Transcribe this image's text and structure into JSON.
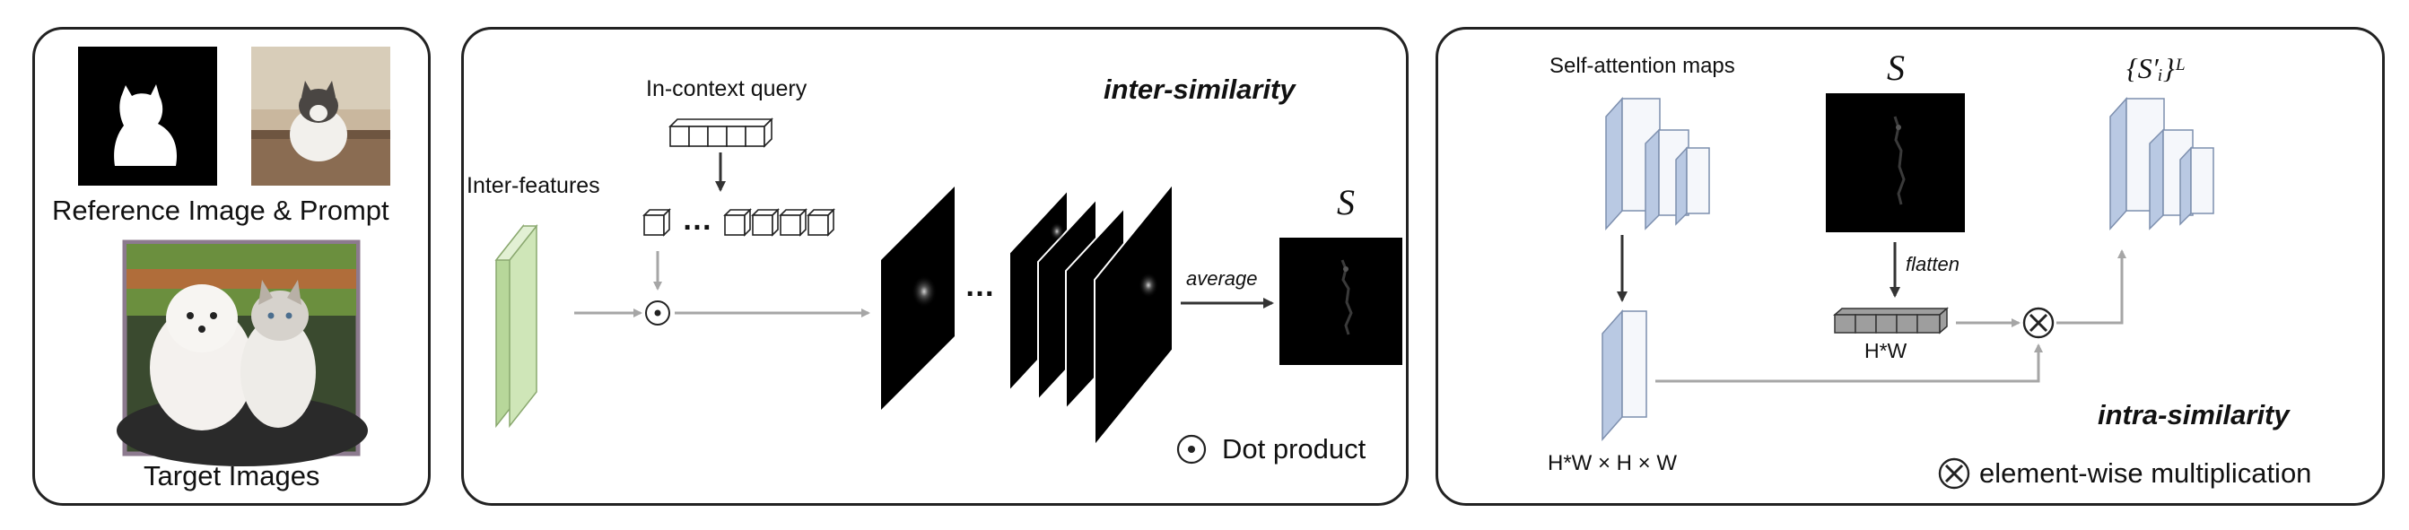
{
  "left_panel": {
    "caption_reference": "Reference Image & Prompt",
    "caption_target": "Target Images"
  },
  "middle_panel": {
    "inter_features_label": "Inter-features",
    "query_label": "In-context query",
    "ellipsis": "…",
    "title": "inter-similarity",
    "average_label": "average",
    "s_symbol": "S",
    "legend_symbol": "⊙",
    "legend_text": "Dot product"
  },
  "right_panel": {
    "self_attention_label": "Self-attention maps",
    "s_symbol": "S",
    "output_symbol": "{S′ᵢ}ᴸ",
    "flatten_label": "flatten",
    "hw_label": "H*W",
    "hwhw_label": "H*W × H × W",
    "title": "intra-similarity",
    "legend_symbol": "⊗",
    "legend_text": "element-wise multiplication"
  },
  "colors": {
    "feature_green": "#cfe6b8",
    "map_blue": "#b9c9e3",
    "arrow_grey": "#a6a6a6",
    "arrow_dark": "#333333",
    "target_frame": "#8c7a8e"
  }
}
